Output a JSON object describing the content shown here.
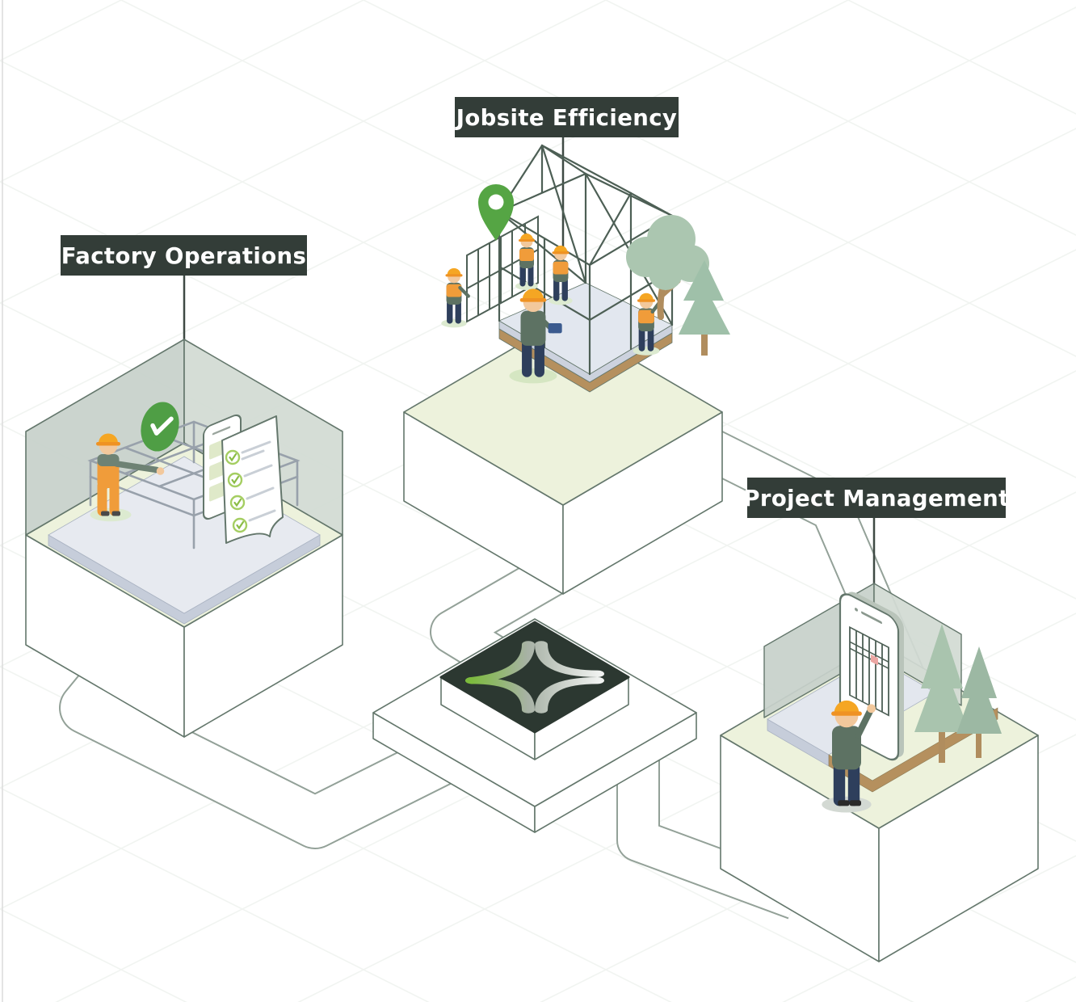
{
  "page": {
    "background": "#ffffff",
    "type": "isometric-platform-diagram"
  },
  "labels": {
    "factory": {
      "text": "Factory Operations"
    },
    "jobsite": {
      "text": "Jobsite Efficiency"
    },
    "project": {
      "text": "Project Management"
    }
  },
  "hub": {
    "icon": "four-point-star-logo"
  },
  "colors": {
    "label_background": "#333d38",
    "label_text": "#ffffff",
    "outline": "#64776c",
    "surface_green": "#edf2dc",
    "wall_glass": "#c9d3cc",
    "floor_slab": "#e5e9f0",
    "slab_edge": "#c6cdda",
    "wood": "#b5905e",
    "hub_top": "#2c3831",
    "logo_green": "#7cbb3c",
    "logo_silver": "#f0f2f0",
    "accent_green": "#55a344",
    "check_badge_green": "#4f9e45",
    "vest_orange": "#f09c3a",
    "hardhat_orange": "#f5a623",
    "tree_green": "#a9c4ae",
    "navy": "#2e3f5c",
    "sweater_green": "#5d7263",
    "steel": "#98a1ab"
  },
  "icons": {
    "hub_logo": "star-logo-icon",
    "location_pin": "location-pin-icon",
    "check_badge": "check-badge-icon",
    "checklist_document": "checklist-document-icon",
    "phone_checklist": "smartphone-checklist-icon",
    "giant_phone": "smartphone-framing-icon"
  },
  "scenes": {
    "factory": {
      "elements": [
        "worker-in-overalls",
        "steel-assembly-frame",
        "check-badge",
        "smartphone-checklist",
        "checklist-document",
        "glass-walls"
      ]
    },
    "jobsite": {
      "elements": [
        "location-pin",
        "crew-carrying-wall-panel",
        "house-wireframe-on-slab",
        "foreman-with-tablet",
        "trees"
      ]
    },
    "project": {
      "elements": [
        "giant-smartphone-framing-plan",
        "worker-touching-screen",
        "pine-trees",
        "back-walls"
      ]
    }
  }
}
